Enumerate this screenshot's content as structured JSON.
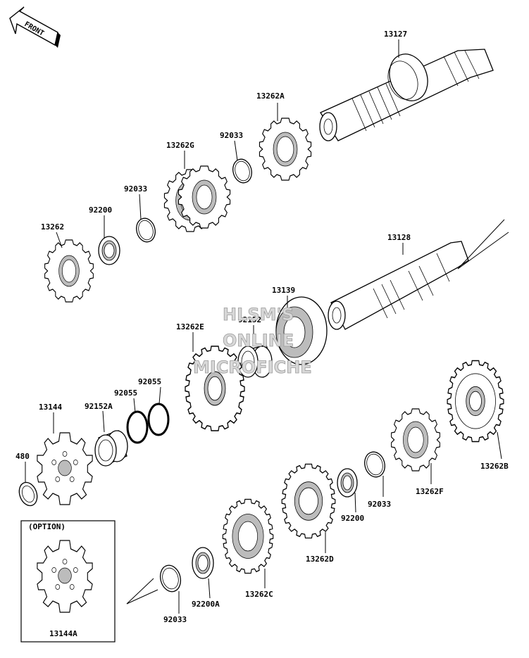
{
  "front_label": "FRONT",
  "option_label": "(OPTION)",
  "watermark": {
    "line1": "HLSM'S",
    "line2": "ONLINE",
    "line3": "MICROFICHE"
  },
  "parts": {
    "p13127": "13127",
    "p13262A": "13262A",
    "p92033_a": "92033",
    "p13262G": "13262G",
    "p92033_b": "92033",
    "p92200_a": "92200",
    "p13262": "13262",
    "p13128": "13128",
    "p13139": "13139",
    "p92152": "92152",
    "p13262E": "13262E",
    "p92055_a": "92055",
    "p92055_b": "92055",
    "p92152A": "92152A",
    "p13144": "13144",
    "p480": "480",
    "p13262B": "13262B",
    "p13262F": "13262F",
    "p92033_c": "92033",
    "p92200_b": "92200",
    "p13262D": "13262D",
    "p13262C": "13262C",
    "p92200A": "92200A",
    "p92033_d": "92033",
    "p13144A": "13144A"
  },
  "icons": [
    "front-arrow-icon"
  ]
}
